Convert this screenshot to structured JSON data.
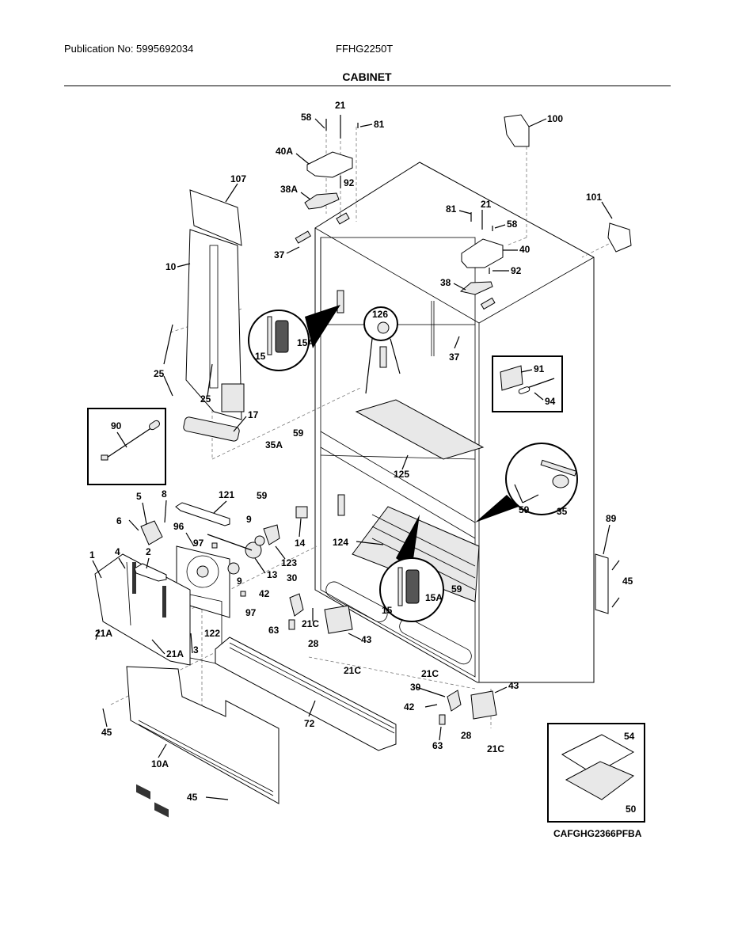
{
  "header": {
    "publication": "Publication No: 5995692034",
    "model": "FFHG2250T",
    "section_title": "CABINET"
  },
  "diagram": {
    "kit_code": "CAFGHG2366PFBA",
    "callouts": {
      "c58a": "58",
      "c21a": "21",
      "c81a": "81",
      "c40A": "40A",
      "c92a": "92",
      "c38A": "38A",
      "c100": "100",
      "c101": "101",
      "c107": "107",
      "c37a": "37",
      "c10": "10",
      "c81b": "81",
      "c21b": "21",
      "c58b": "58",
      "c40": "40",
      "c92b": "92",
      "c38": "38",
      "c126": "126",
      "c15a": "15",
      "c15Aa": "15A",
      "c37b": "37",
      "c25a": "25",
      "c25b": "25",
      "c17": "17",
      "c91": "91",
      "c94": "94",
      "c90": "90",
      "c59a": "59",
      "c35A": "35A",
      "c59b": "59",
      "c125": "125",
      "c59c": "59",
      "c35": "35",
      "c5": "5",
      "c8": "8",
      "c121": "121",
      "c6": "6",
      "c96": "96",
      "c97a": "97",
      "c9a": "9",
      "c123": "123",
      "c14": "14",
      "c89": "89",
      "c1": "1",
      "c4": "4",
      "c2": "2",
      "c13": "13",
      "c9b": "9",
      "c124": "124",
      "c30a": "30",
      "c42a": "42",
      "c97b": "97",
      "c45a": "45",
      "c59d": "59",
      "c15b": "15",
      "c15Ab": "15A",
      "c21Ca": "21C",
      "c63a": "63",
      "c43a": "43",
      "c28a": "28",
      "c21Aa": "21A",
      "c21Ab": "21A",
      "c3": "3",
      "c122": "122",
      "c21Cb": "21C",
      "c21Cc": "21C",
      "c30b": "30",
      "c43b": "43",
      "c42b": "42",
      "c45b": "45",
      "c72": "72",
      "c28b": "28",
      "c63b": "63",
      "c21Cd": "21C",
      "c54": "54",
      "c10A": "10A",
      "c50": "50",
      "c45c": "45"
    }
  }
}
